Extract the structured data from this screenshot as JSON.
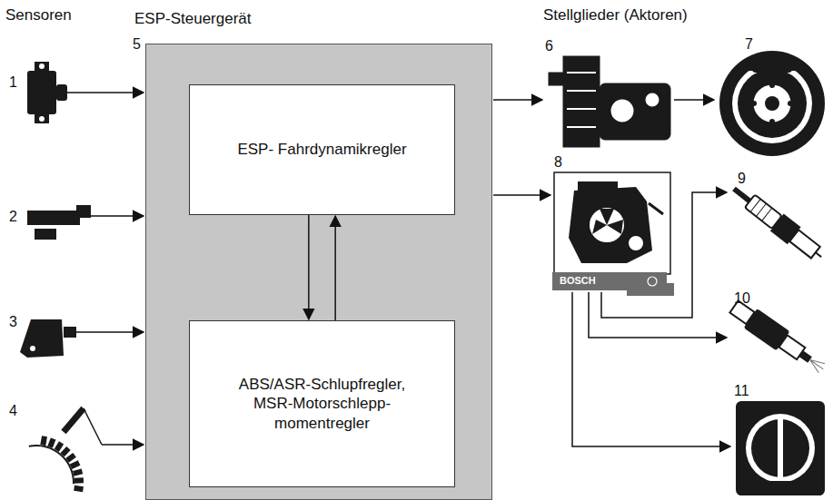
{
  "diagram": {
    "nodes": [
      {
        "text": [
          "ESP-Steuergerät"
        ]
      },
      {
        "text": [
          "ESP- Fahrdynamikregler"
        ],
        "in": 0
      },
      {
        "text": [
          "ABS/ASR-Schlupfregler, MSR-Motorschlepp- momentregler"
        ],
        "in": 0
      }
    ],
    "edges": [
      {
        "from": 1,
        "to": 2,
        "arrow": "to"
      },
      {
        "from": 2,
        "to": 1,
        "arrow": "to"
      }
    ],
    "labels": [
      "Sensoren",
      "Stellglieder (Aktoren)",
      "1",
      "2",
      "3",
      "4",
      "5",
      "6",
      "7",
      "8",
      "9",
      "10",
      "11",
      "BOSCH"
    ]
  }
}
